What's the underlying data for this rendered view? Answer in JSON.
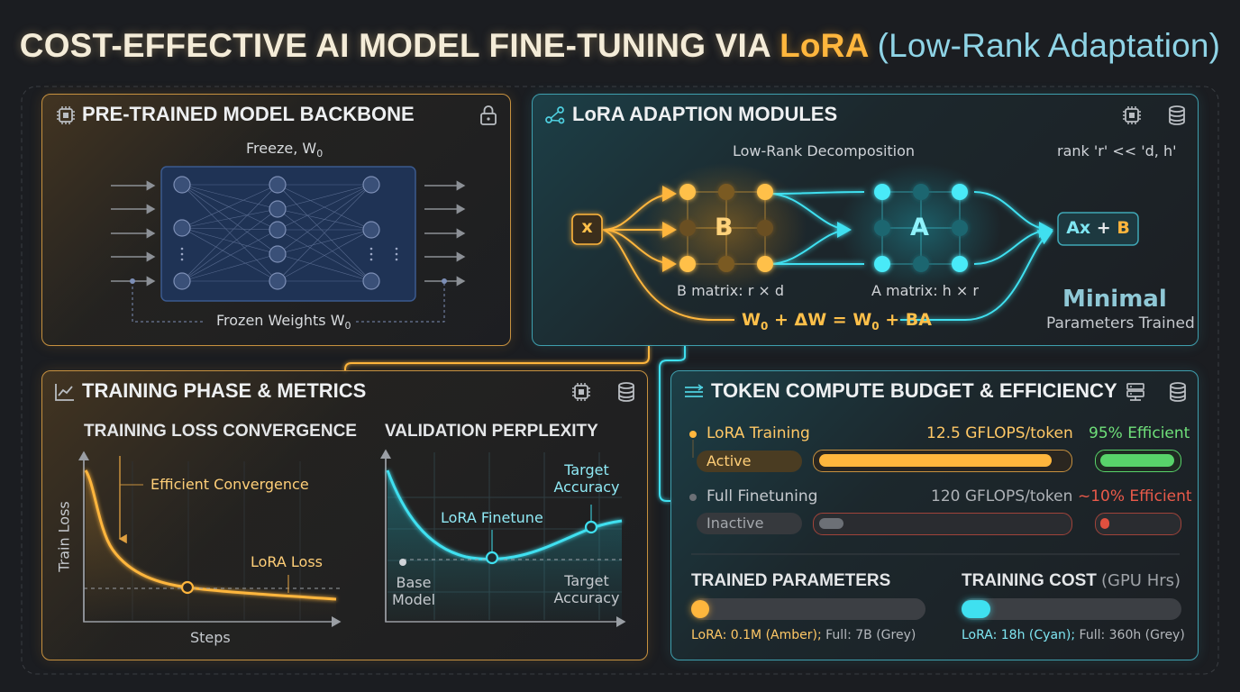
{
  "title": {
    "main": "COST-EFFECTIVE AI MODEL FINE-TUNING VIA",
    "lora": "LoRA",
    "sub": "(Low-Rank Adaptation)"
  },
  "colors": {
    "amber": "#ffb63d",
    "cyan": "#3fe0f0",
    "green": "#58d36a",
    "red": "#e0503f",
    "grey": "#6c7076",
    "background": "#1b1d21"
  },
  "backbone": {
    "title": "PRE-TRAINED MODEL BACKBONE",
    "freeze_label": "Freeze, W",
    "freeze_sub": "0",
    "frozen_label": "Frozen Weights W",
    "frozen_sub": "0",
    "icons": [
      "chip-icon",
      "lock-icon"
    ]
  },
  "lora_modules": {
    "title": "LoRA ADAPTION MODULES",
    "decomposition_label": "Low-Rank Decomposition",
    "rank_label": "rank 'r' << 'd, h'",
    "input_label": "x",
    "b_label": "B",
    "a_label": "A",
    "b_caption": "B matrix: r × d",
    "a_caption": "A matrix: h × r",
    "output_label_a": "Ax",
    "output_label_plus": "+",
    "output_label_b": "B",
    "formula": {
      "w": "W",
      "sub0": "0",
      "plus": "+ ΔW =",
      "w2": "W",
      "sub2": "0",
      "tail": "+ BA"
    },
    "minimal_title": "Minimal",
    "minimal_sub": "Parameters Trained",
    "icons": [
      "nodes-icon",
      "chip-icon",
      "database-icon"
    ]
  },
  "training": {
    "title": "TRAINING PHASE & METRICS",
    "icons": [
      "trend-icon",
      "chip-icon",
      "database-icon"
    ],
    "loss_chart": {
      "title": "TRAINING LOSS CONVERGENCE",
      "ylabel": "Train Loss",
      "xlabel": "Steps",
      "annotation_convergence": "Efficient Convergence",
      "annotation_loss": "LoRA Loss"
    },
    "perplexity_chart": {
      "title": "VALIDATION PERPLEXITY",
      "label_finetune": "LoRA Finetune",
      "label_target_top_1": "Target",
      "label_target_top_2": "Accuracy",
      "label_base_1": "Base",
      "label_base_2": "Model",
      "label_target_bottom_1": "Target",
      "label_target_bottom_2": "Accuracy"
    }
  },
  "budget": {
    "title": "TOKEN COMPUTE BUDGET & EFFICIENCY",
    "icons": [
      "list-icon",
      "server-icon",
      "database-icon"
    ],
    "rows": [
      {
        "name": "LoRA Training",
        "flops": "12.5 GFLOPS/token",
        "efficiency": "95% Efficient",
        "status": "Active",
        "usage_fraction": 0.97,
        "efficiency_fraction": 0.95
      },
      {
        "name": "Full Finetuning",
        "flops": "120 GFLOPS/token",
        "efficiency": "~10% Efficient",
        "status": "Inactive",
        "usage_fraction": 0.1,
        "efficiency_fraction": 0.1
      }
    ],
    "trained_params": {
      "title": "TRAINED PARAMETERS",
      "lora_caption": "LoRA: 0.1M (Amber);",
      "full_caption": "Full: 7B (Grey)",
      "lora_fraction": 0.04
    },
    "training_cost": {
      "title": "TRAINING COST",
      "title_unit": "(GPU Hrs)",
      "lora_caption": "LoRA: 18h (Cyan);",
      "full_caption": "Full: 360h (Grey)",
      "lora_fraction": 0.13
    }
  }
}
